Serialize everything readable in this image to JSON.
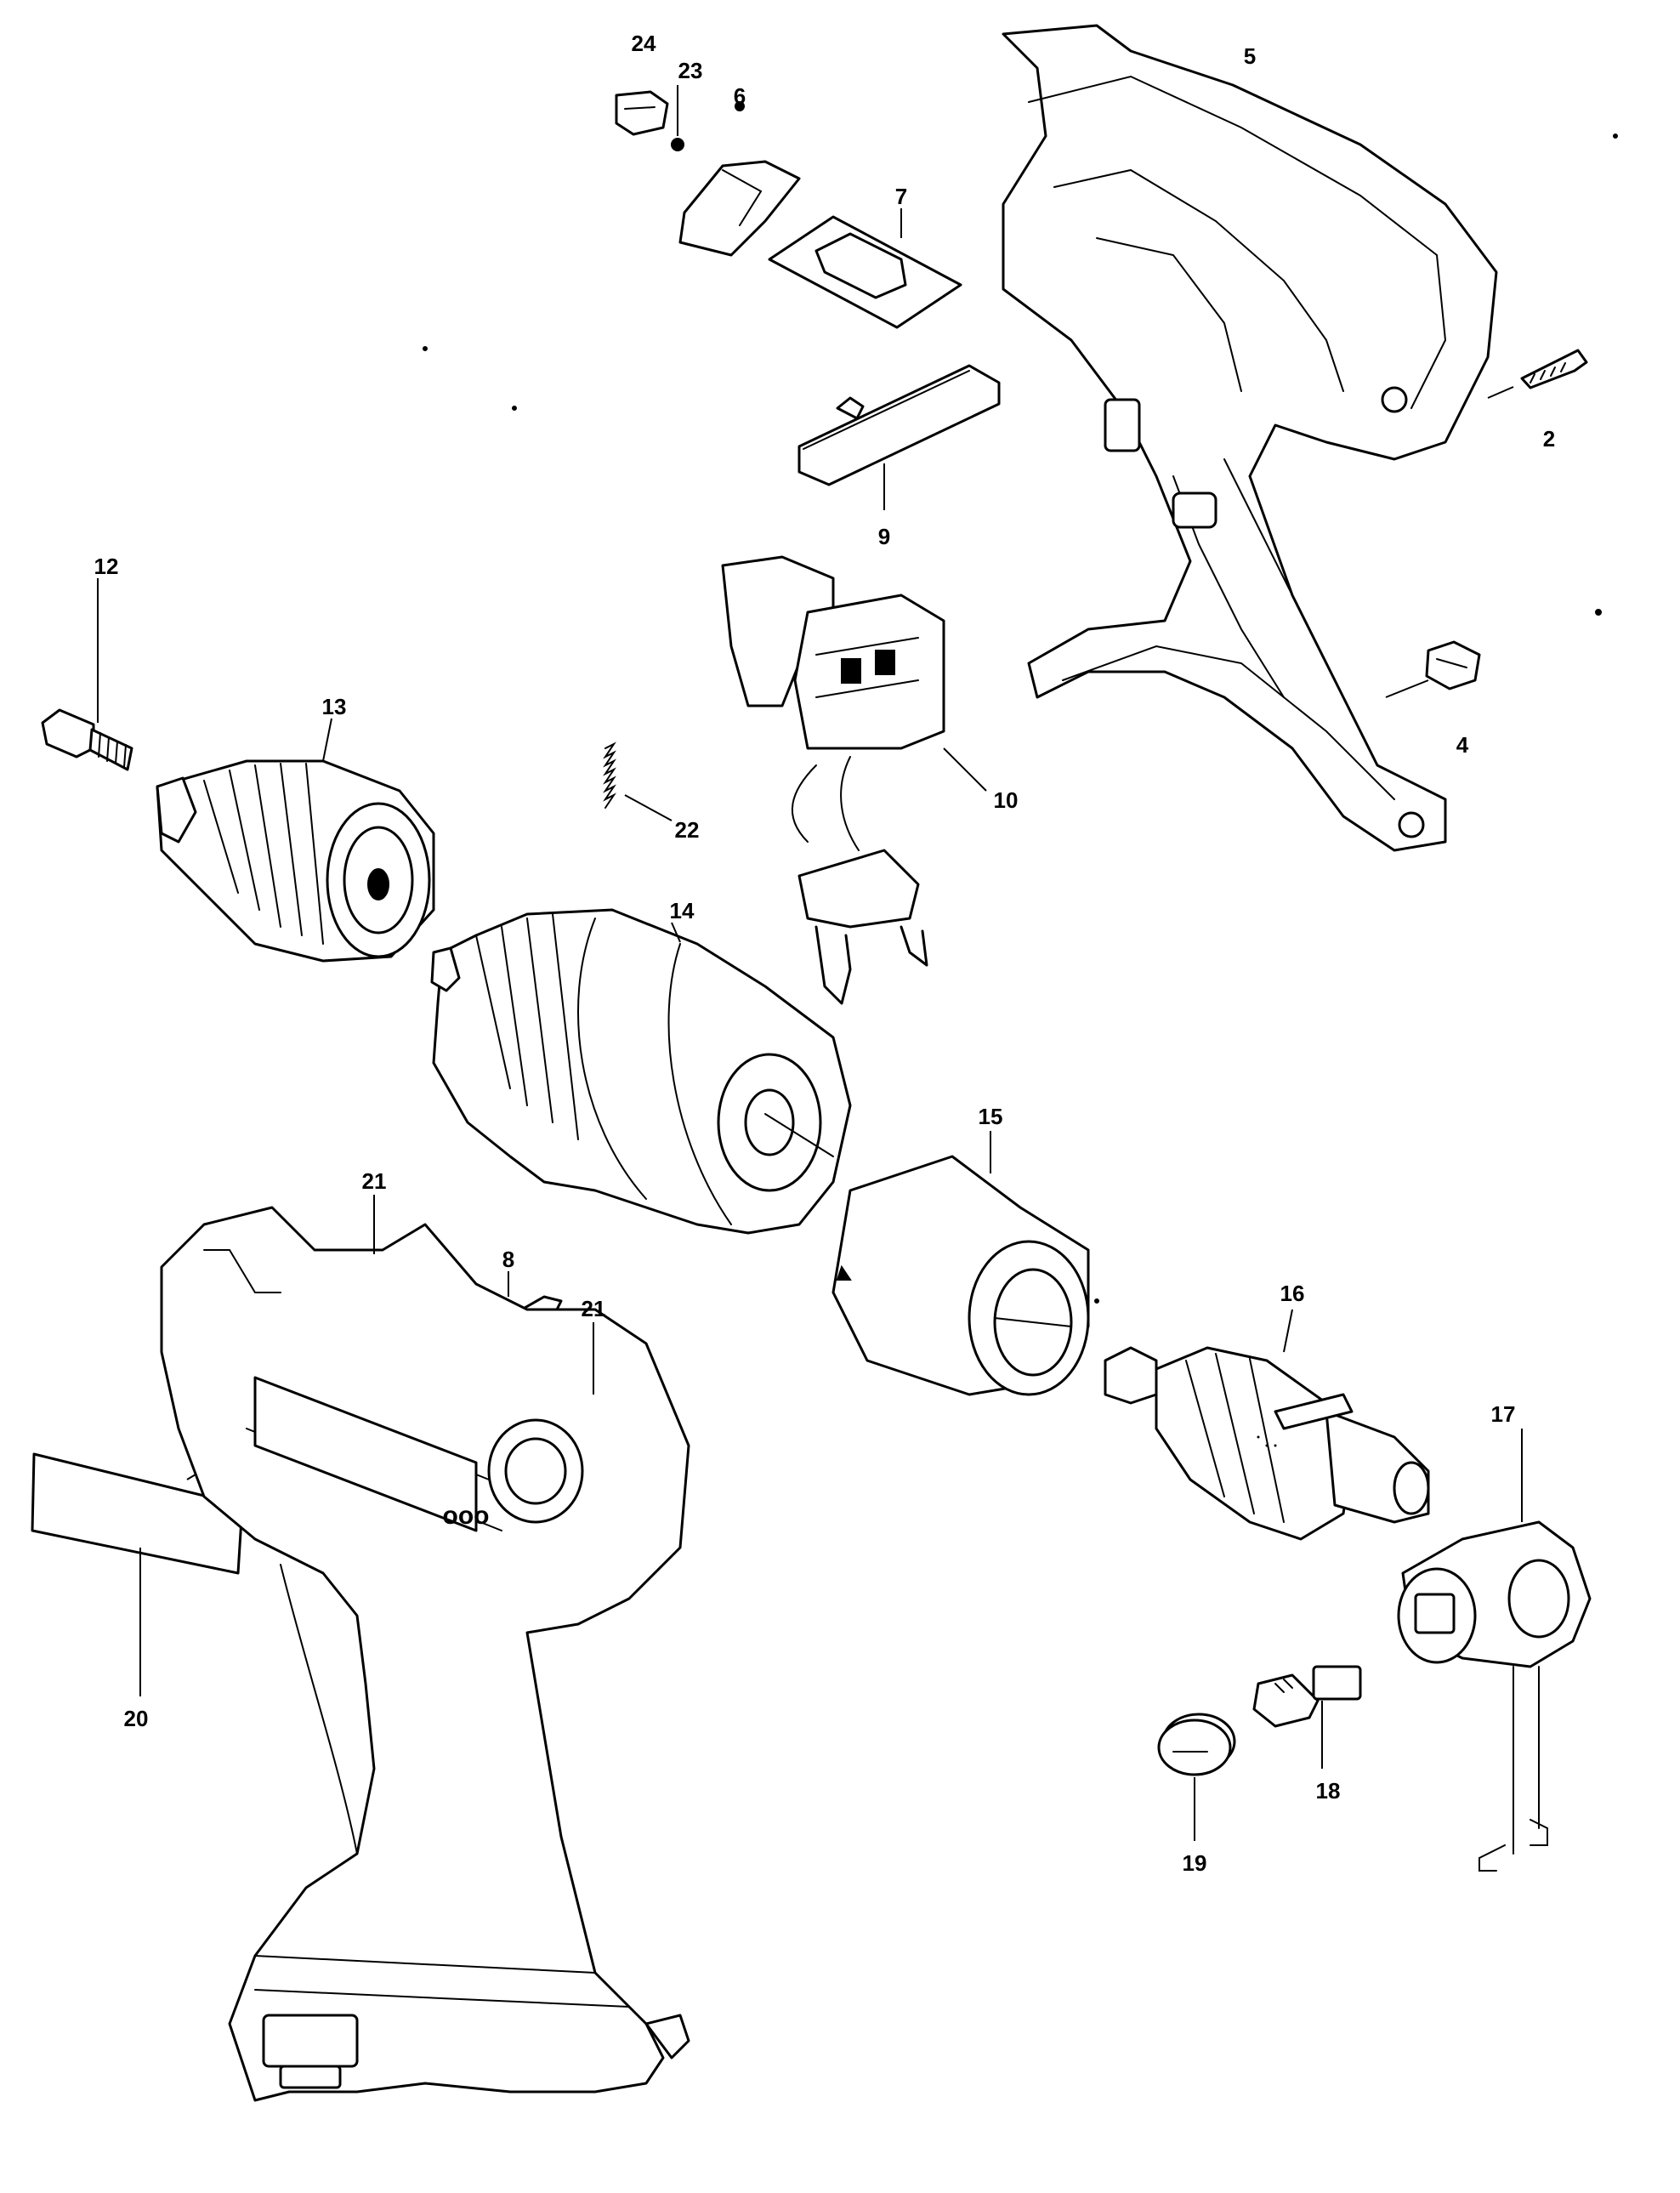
{
  "callouts": [
    {
      "id": "c24",
      "text": "24"
    },
    {
      "id": "c23",
      "text": "23"
    },
    {
      "id": "c6a",
      "text": "6"
    },
    {
      "id": "c7",
      "text": "7"
    },
    {
      "id": "c5",
      "text": "5"
    },
    {
      "id": "c2",
      "text": "2"
    },
    {
      "id": "c9",
      "text": "9"
    },
    {
      "id": "c12",
      "text": "12"
    },
    {
      "id": "c13",
      "text": "13"
    },
    {
      "id": "c22",
      "text": "22"
    },
    {
      "id": "c10",
      "text": "10"
    },
    {
      "id": "c4",
      "text": "4"
    },
    {
      "id": "c14",
      "text": "14"
    },
    {
      "id": "c15",
      "text": "15"
    },
    {
      "id": "c21a",
      "text": "21"
    },
    {
      "id": "c8",
      "text": "8"
    },
    {
      "id": "c21b",
      "text": "21"
    },
    {
      "id": "c16",
      "text": "16"
    },
    {
      "id": "c17",
      "text": "17"
    },
    {
      "id": "c20",
      "text": "20"
    },
    {
      "id": "c18",
      "text": "18"
    },
    {
      "id": "c19",
      "text": "19"
    }
  ],
  "housing_badge_text": "ooo"
}
